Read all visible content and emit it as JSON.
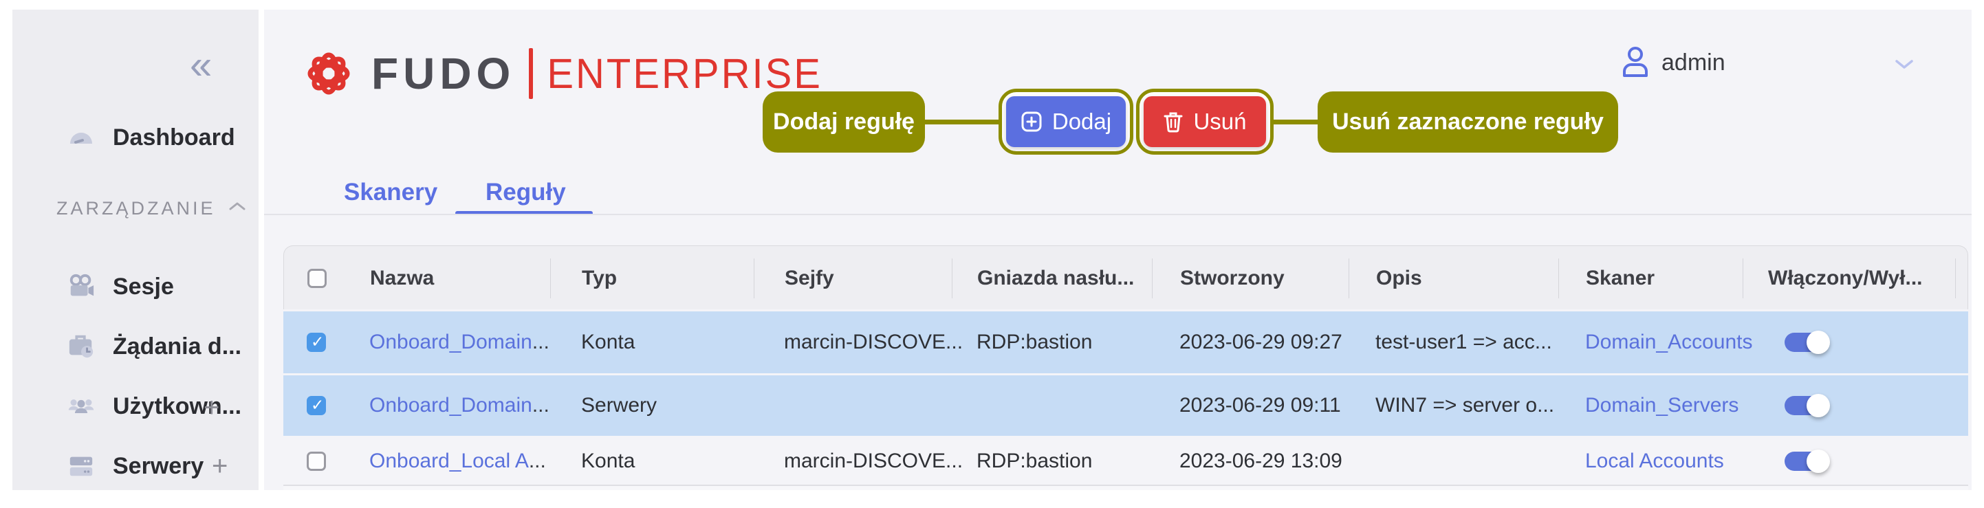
{
  "icons": {
    "collapse": "«",
    "plus": "+",
    "brand_divider": "|"
  },
  "brand": {
    "name": "FUDO",
    "product": "ENTERPRISE",
    "red": "#e0352f",
    "gray": "#4c4c54"
  },
  "header": {
    "user": "admin"
  },
  "sidebar": {
    "dashboard": "Dashboard",
    "section": "ZARZĄDZANIE",
    "items": [
      {
        "label": "Sesje",
        "icon": "camera-icon",
        "plus": ""
      },
      {
        "label": "Żądania d...",
        "icon": "briefcase-clock-icon",
        "plus": ""
      },
      {
        "label": "Użytkown...",
        "icon": "users-icon",
        "plus": "+"
      },
      {
        "label": "Serwery",
        "icon": "servers-icon",
        "plus": "+"
      }
    ]
  },
  "tabs": {
    "skanery": "Skanery",
    "reguly": "Reguły",
    "active": "Reguły"
  },
  "actions": {
    "add": "Dodaj",
    "delete": "Usuń"
  },
  "annotations": {
    "add_rule": "Dodaj regułę",
    "delete_rules": "Usuń zaznaczone reguły",
    "color": "#8d8d00"
  },
  "table": {
    "columns": {
      "nazwa": "Nazwa",
      "typ": "Typ",
      "sejfy": "Sejfy",
      "gniazda": "Gniazda nasłu...",
      "stworzony": "Stworzony",
      "opis": "Opis",
      "skaner": "Skaner",
      "wlaczony": "Włączony/Wył..."
    },
    "rows": [
      {
        "checked": true,
        "name": "Onboard_Domain",
        "name_suffix": "...",
        "typ": "Konta",
        "sejfy": "marcin-DISCOVE...",
        "gniazda": "RDP:bastion",
        "stworzony": "2023-06-29 09:27",
        "opis": "test-user1 => acc...",
        "skaner": "Domain_Accounts",
        "enabled": true
      },
      {
        "checked": true,
        "name": "Onboard_Domain",
        "name_suffix": "...",
        "typ": "Serwery",
        "sejfy": "",
        "gniazda": "",
        "stworzony": "2023-06-29 09:11",
        "opis": "WIN7 => server o...",
        "skaner": "Domain_Servers",
        "enabled": true
      },
      {
        "checked": false,
        "name": "Onboard_Local A",
        "name_suffix": "...",
        "typ": "Konta",
        "sejfy": "marcin-DISCOVE...",
        "gniazda": "RDP:bastion",
        "stworzony": "2023-06-29 13:09",
        "opis": "",
        "skaner": "Local Accounts",
        "enabled": true
      }
    ]
  },
  "colors": {
    "accent_blue": "#5b70e2",
    "button_blue": "#5b6fe0",
    "danger_red": "#e03b3b",
    "annotation_olive": "#8d8d00",
    "row_selected": "#c6dcf5",
    "link": "#5a71dc",
    "toggle_on": "#5b74d8",
    "checkbox_checked": "#4a98e8"
  }
}
